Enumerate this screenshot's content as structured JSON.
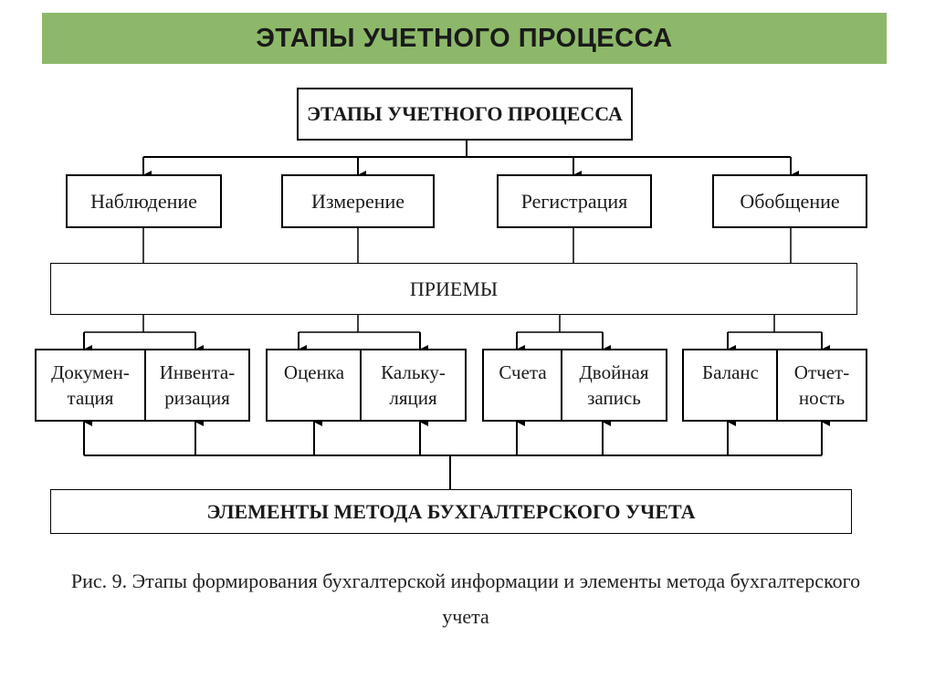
{
  "header": {
    "title": "ЭТАПЫ УЧЕТНОГО ПРОЦЕССА"
  },
  "diagram": {
    "root": "ЭТАПЫ УЧЕТНОГО ПРОЦЕССА",
    "stages": [
      "Наблюдение",
      "Измерение",
      "Регистрация",
      "Обобщение"
    ],
    "methods_label": "ПРИЕМЫ",
    "groups": [
      [
        "Докумен-\nтация",
        "Инвента-\nризация"
      ],
      [
        "Оценка",
        "Кальку-\nляция"
      ],
      [
        "Счета",
        "Двойная\nзапись"
      ],
      [
        "Баланс",
        "Отчет-\nность"
      ]
    ],
    "elements_label": "ЭЛЕМЕНТЫ МЕТОДА БУХГАЛТЕРСКОГО УЧЕТА"
  },
  "caption": {
    "line1": "Рис. 9. Этапы формирования бухгалтерской информации и элементы метода бухгалтерского",
    "line2": "учета"
  }
}
